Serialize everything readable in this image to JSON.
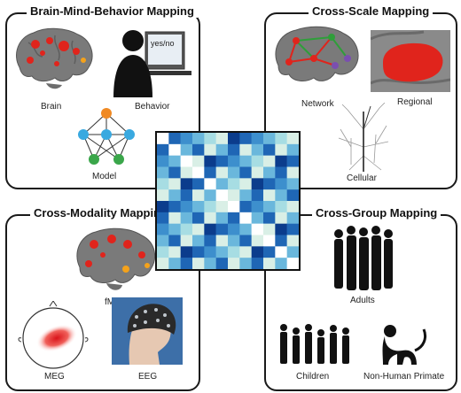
{
  "panels": {
    "top_left": {
      "title": "Brain-Mind-Behavior Mapping",
      "labels": {
        "brain": "Brain",
        "behavior": "Behavior",
        "model": "Model"
      },
      "screen_text": "yes/no"
    },
    "top_right": {
      "title": "Cross-Scale Mapping",
      "labels": {
        "network": "Network",
        "regional": "Regional",
        "cellular": "Cellular"
      }
    },
    "bottom_left": {
      "title": "Cross-Modality Mapping",
      "labels": {
        "fmri": "fMRI",
        "meg": "MEG",
        "eeg": "EEG"
      }
    },
    "bottom_right": {
      "title": "Cross-Group Mapping",
      "labels": {
        "adults": "Adults",
        "children": "Children",
        "primate": "Non-Human Primate"
      }
    }
  },
  "colors": {
    "brain_gray": "#7a7a7a",
    "activation_red": "#e0241c",
    "model_orange": "#f08a24",
    "model_blue": "#39a9e0",
    "model_green": "#3aa64a",
    "network_green": "#2f9e3a",
    "network_purple": "#7a4fb0",
    "matrix_palette": [
      "#0b3c8c",
      "#1f66b5",
      "#3d8fcd",
      "#6ab7dc",
      "#a7dde3",
      "#d9efe6",
      "#ffffff"
    ]
  },
  "matrix": {
    "size": 12
  }
}
